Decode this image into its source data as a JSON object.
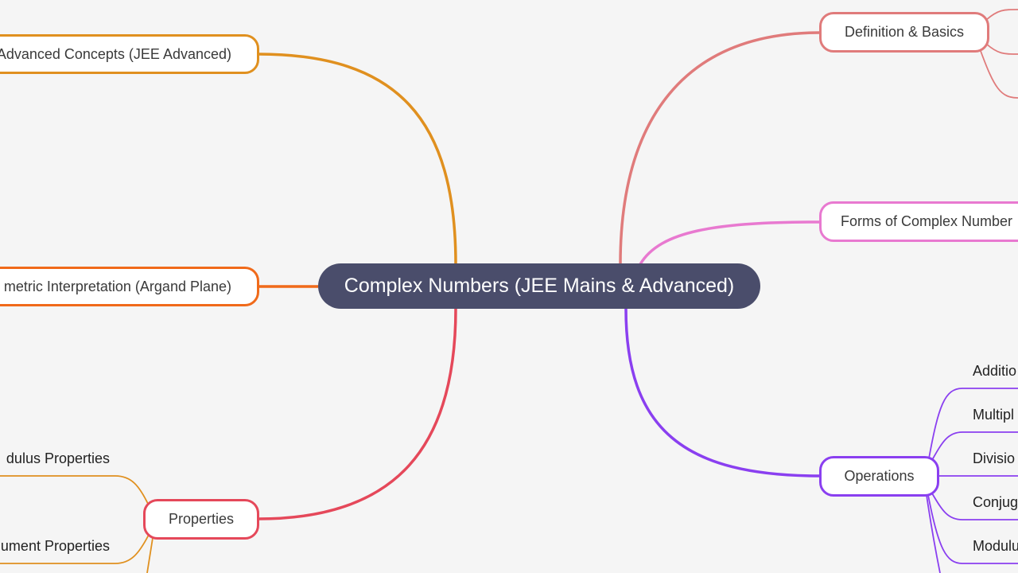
{
  "center": {
    "label": "Complex Numbers (JEE Mains & Advanced)",
    "color": "#4a4d6b"
  },
  "branches": {
    "advanced": {
      "label": "Advanced Concepts (JEE Advanced)",
      "color": "#e0901f"
    },
    "geometric": {
      "label": "metric Interpretation (Argand Plane)",
      "color": "#f06a1a"
    },
    "properties": {
      "label": "Properties",
      "color": "#e5485a",
      "children": [
        "dulus Properties",
        "ument Properties"
      ],
      "child_color": "#e0901f"
    },
    "definition": {
      "label": "Definition & Basics",
      "color": "#e07b7b"
    },
    "forms": {
      "label": "Forms of Complex Number",
      "color": "#e879d0"
    },
    "operations": {
      "label": "Operations",
      "color": "#8a3ff0",
      "children": [
        "Additio",
        "Multipl",
        "Divisio",
        "Conjug",
        "Modulu"
      ]
    }
  }
}
